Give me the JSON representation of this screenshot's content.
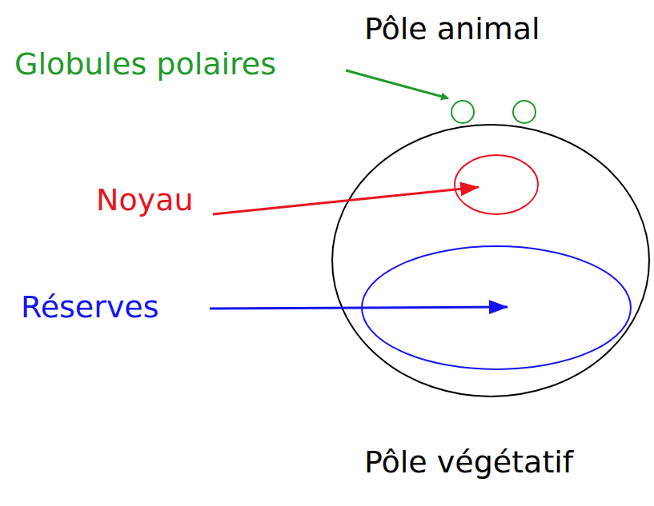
{
  "diagram": {
    "labels": [
      "Pôle animal",
      "Globules polaires",
      "Noyau",
      "Réserves",
      "Pôle végétatif"
    ]
  }
}
